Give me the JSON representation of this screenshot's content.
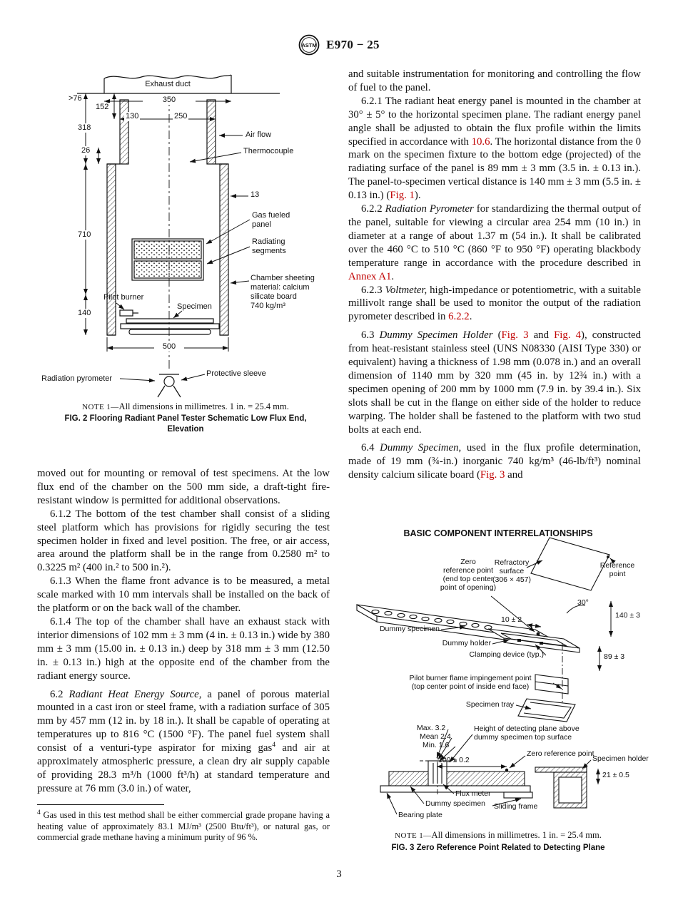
{
  "header": {
    "logo_text": "ASTM",
    "doc_code": "E970 − 25"
  },
  "page_number": "3",
  "fig2": {
    "labels": {
      "exhaust_duct": "Exhaust duct",
      "dim_gt76": ">76",
      "dim_350": "350",
      "dim_152": "152",
      "dim_130": "130",
      "dim_250": "250",
      "dim_318": "318",
      "dim_26": "26",
      "air_flow": "Air flow",
      "thermocouple": "Thermocouple",
      "dim_13": "13",
      "dim_710": "710",
      "gas_fueled_panel": "Gas fueled\npanel",
      "radiating_segments": "Radiating\nsegments",
      "chamber_sheeting": "Chamber sheeting\nmaterial: calcium\nsilicate board\n740 kg/m³",
      "dim_140": "140",
      "pilot_burner": "Pilot burner",
      "specimen": "Specimen",
      "dim_500": "500",
      "radiation_pyrometer": "Radiation pyrometer",
      "protective_sleeve": "Protective sleeve"
    },
    "note_label": "NOTE 1—",
    "note_text": "All dimensions in millimetres. 1 in. = 25.4 mm.",
    "caption": "FIG. 2 Flooring Radiant Panel Tester Schematic Low Flux End,\nElevation"
  },
  "fig3": {
    "title": "BASIC COMPONENT INTERRELATIONSHIPS",
    "labels": {
      "zero_reference_point_top": "Zero\nreference point\n(end top center\npoint of opening)",
      "refractory_surface": "Refractory\nsurface\n(306 × 457)",
      "reference_point": "Reference\npoint",
      "angle_30": "30°",
      "dim_140_3": "140 ± 3",
      "dim_10_2": "10 ± 2",
      "dummy_specimen": "Dummy specimen",
      "dummy_holder": "Dummy holder",
      "clamping_device": "Clamping device (typ.)",
      "dim_89_3": "89 ± 3",
      "pilot_burner_point": "Pilot burner flame impingement point\n(top center point of inside end face)",
      "specimen_tray": "Specimen tray",
      "max_height": "Max. 3.2",
      "mean_height": "Mean 2.4",
      "min_height": "Min. 1.6",
      "height_detecting_plane": "Height of detecting plane above\ndummy specimen top surface",
      "zero_reference_point_bottom": "Zero reference point",
      "dim_100_02": "100 ± 0.2",
      "specimen_holder": "Specimen holder",
      "dim_21_05": "21 ± 0.5",
      "flux_meter": "Flux meter",
      "dummy_specimen_section": "Dummy specimen",
      "sliding_frame": "Sliding frame",
      "bearing_plate": "Bearing plate"
    },
    "note_label": "NOTE 1—",
    "note_text": "All dimensions in millimetres. 1 in. = 25.4 mm.",
    "caption": "FIG. 3 Zero Reference Point Related to Detecting Plane"
  },
  "left_column": {
    "paragraphs": {
      "p1": [
        {
          "t": "moved out for mounting or removal of test specimens. At the low flux end of the chamber on the 500 mm side, a draft-tight fire-resistant window is permitted for additional observations."
        }
      ],
      "p2": [
        {
          "t": "6.1.2 The bottom of the test chamber shall consist of a sliding steel platform which has provisions for rigidly securing the test specimen holder in fixed and level position. The free, or air access, area around the platform shall be in the range from 0.2580 m² to 0.3225 m² (400 in.² to 500 in.²)."
        }
      ],
      "p3": [
        {
          "t": "6.1.3 When the flame front advance is to be measured, a metal scale marked with 10 mm intervals shall be installed on the back of the platform or on the back wall of the chamber."
        }
      ],
      "p4": [
        {
          "t": "6.1.4 The top of the chamber shall have an exhaust stack with interior dimensions of 102 mm ± 3 mm (4 in. ± 0.13 in.) wide by 380 mm ± 3 mm (15.00 in. ± 0.13 in.) deep by 318 mm ± 3 mm (12.50 in. ± 0.13 in.) high at the opposite end of the chamber from the radiant energy source."
        }
      ],
      "p5": [
        {
          "t": "6.2 "
        },
        {
          "t": "Radiant Heat Energy Source,",
          "s": "i"
        },
        {
          "t": " a panel of porous material mounted in a cast iron or steel frame, with a radiation surface of 305 mm by 457 mm (12 in. by 18 in.). It shall be capable of operating at temperatures up to 816 °C (1500 °F). The panel fuel system shall consist of a venturi-type aspirator for mixing gas"
        },
        {
          "t": "4",
          "s": "sup"
        },
        {
          "t": " and air at approximately atmospheric pressure, a clean dry air supply capable of providing 28.3 m³/h (1000 ft³/h) at standard temperature and pressure at 76 mm (3.0 in.) of water,"
        }
      ]
    },
    "footnote": [
      {
        "t": "4",
        "s": "sup"
      },
      {
        "t": " Gas used in this test method shall be either commercial grade propane having a heating value of approximately 83.1 MJ/m³ (2500 Btu/ft³), or natural gas, or commercial grade methane having a minimum purity of 96 %."
      }
    ]
  },
  "right_column": {
    "paragraphs": {
      "p1": [
        {
          "t": "and suitable instrumentation for monitoring and controlling the flow of fuel to the panel."
        }
      ],
      "p2": [
        {
          "t": "6.2.1 The radiant heat energy panel is mounted in the chamber at 30° ± 5° to the horizontal specimen plane. The radiant energy panel angle shall be adjusted to obtain the flux profile within the limits specified in accordance with "
        },
        {
          "t": "10.6",
          "s": "l"
        },
        {
          "t": ". The horizontal distance from the 0 mark on the specimen fixture to the bottom edge (projected) of the radiating surface of the panel is 89 mm ± 3 mm (3.5 in. ± 0.13 in.). The panel-to-specimen vertical distance is 140 mm ± 3 mm (5.5 in. ± 0.13 in.) ("
        },
        {
          "t": "Fig. 1",
          "s": "l"
        },
        {
          "t": ")."
        }
      ],
      "p3": [
        {
          "t": "6.2.2 "
        },
        {
          "t": "Radiation Pyrometer",
          "s": "i"
        },
        {
          "t": " for standardizing the thermal output of the panel, suitable for viewing a circular area 254 mm (10 in.) in diameter at a range of about 1.37 m (54 in.). It shall be calibrated over the 460 °C to 510 °C (860 °F to 950 °F) operating blackbody temperature range in accordance with the procedure described in "
        },
        {
          "t": "Annex A1",
          "s": "l"
        },
        {
          "t": "."
        }
      ],
      "p4": [
        {
          "t": "6.2.3 "
        },
        {
          "t": "Voltmeter,",
          "s": "i"
        },
        {
          "t": " high-impedance or potentiometric, with a suitable millivolt range shall be used to monitor the output of the radiation pyrometer described in "
        },
        {
          "t": "6.2.2",
          "s": "l"
        },
        {
          "t": "."
        }
      ],
      "p5": [
        {
          "t": "6.3 "
        },
        {
          "t": "Dummy Specimen Holder",
          "s": "i"
        },
        {
          "t": " ("
        },
        {
          "t": "Fig. 3",
          "s": "l"
        },
        {
          "t": " and "
        },
        {
          "t": "Fig. 4",
          "s": "l"
        },
        {
          "t": "), constructed from heat-resistant stainless steel (UNS N08330 (AISI Type 330) or equivalent) having a thickness of 1.98 mm (0.078 in.) and an overall dimension of 1140 mm by 320 mm (45 in. by 12¾ in.) with a specimen opening of 200 mm by 1000 mm (7.9 in. by 39.4 in.). Six slots shall be cut in the flange on either side of the holder to reduce warping. The holder shall be fastened to the platform with two stud bolts at each end."
        }
      ],
      "p6": [
        {
          "t": "6.4 "
        },
        {
          "t": "Dummy Specimen,",
          "s": "i"
        },
        {
          "t": " used in the flux profile determination, made of 19 mm (¾-in.) inorganic 740 kg/m³ (46-lb/ft³) nominal density calcium silicate board ("
        },
        {
          "t": "Fig. 3",
          "s": "l"
        },
        {
          "t": " and"
        }
      ]
    }
  }
}
